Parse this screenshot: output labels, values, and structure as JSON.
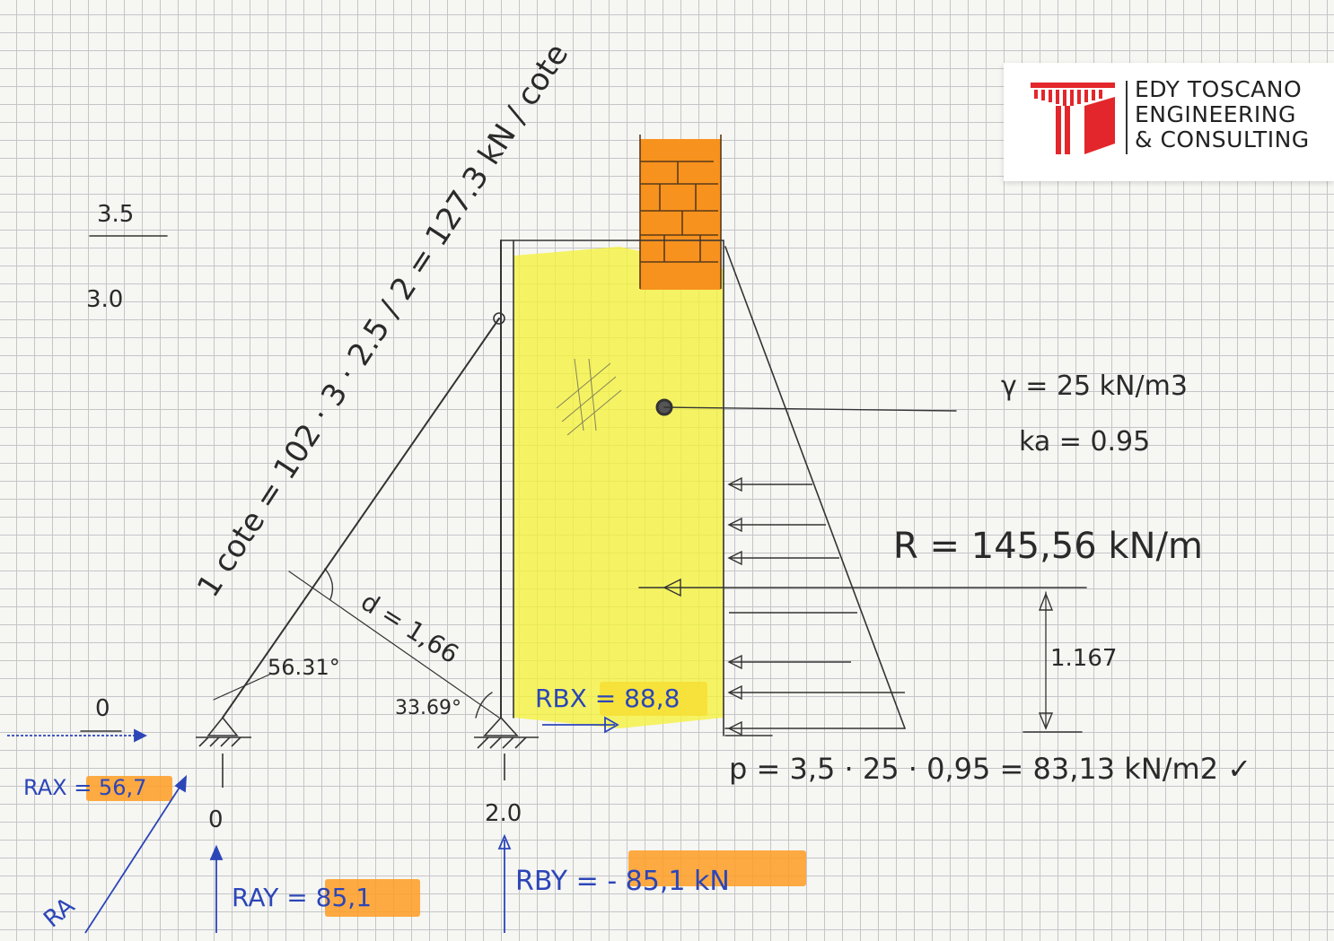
{
  "logo": {
    "line1": "EDY TOSCANO",
    "line2": "ENGINEERING",
    "line3": "& CONSULTING",
    "mark_color": "#e3262b"
  },
  "notes": {
    "fraction_top": "3.5",
    "fraction_bottom": "3.0",
    "load_formula": "1 cote = 102 · 3 · 2.5 / 2 = 127.3 kN / cote",
    "gamma": "γ = 25 kN/m3",
    "ka": "ka = 0.95",
    "resultant": "R = 145,56 kN/m",
    "distance": "d = 1,66",
    "angle_top": "56.31°",
    "angle_bottom": "33.69°",
    "lever": "1.167",
    "pressure": "p = 3,5 · 25 · 0,95 = 83,13 kN/m2 ✓",
    "zero_top": "0",
    "zero_bottom": "0",
    "two": "2.0"
  },
  "reactions": {
    "rax": "RAX = 56,7",
    "ray": "RAY = 85,1",
    "rbx": "RBX = 88,8",
    "rby": "RBY = - 85,1 kN",
    "ra": "RA"
  },
  "colors": {
    "ink": "#2a2a2a",
    "blue_ink": "#2c46b8",
    "highlight_orange": "#ff9c22",
    "highlight_yellow": "#f5f23a",
    "brick_orange": "#f7921e"
  }
}
